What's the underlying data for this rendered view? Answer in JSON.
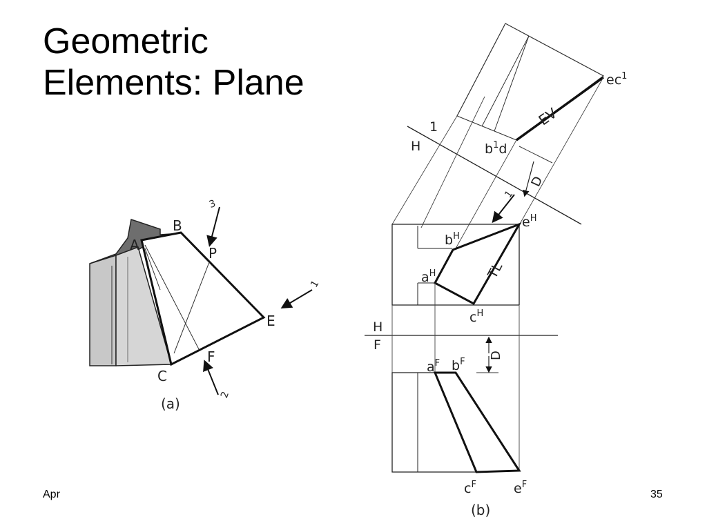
{
  "slide": {
    "title_line1": "Geometric",
    "title_line2": "Elements: Plane",
    "footer_left": "Apr",
    "page_number": "35"
  },
  "figure_a": {
    "caption": "(a)",
    "labels": {
      "A": "A",
      "B": "B",
      "P": "P",
      "E": "E",
      "F": "F",
      "C": "C"
    },
    "arrows": {
      "one": "1",
      "two": "2",
      "three": "3"
    }
  },
  "figure_b": {
    "caption": "(b)",
    "labels": {
      "ec1": "e",
      "ec1_sup": "c",
      "ec1_sup2": "1",
      "bd1": "b",
      "bd1_sup": "1",
      "bd1_d": "d",
      "ev": "EV",
      "fold_h_upper": "H",
      "fold_1": "1",
      "d_upper": "D",
      "arrow_1": "1",
      "eh": "e",
      "eh_sup": "H",
      "bh": "b",
      "bh_sup": "H",
      "ah": "a",
      "ah_sup": "H",
      "ch": "c",
      "ch_sup": "H",
      "tl": "TL",
      "fold_h": "H",
      "fold_f": "F",
      "d_lower": "D",
      "af": "a",
      "af_sup": "F",
      "bf": "b",
      "bf_sup": "F",
      "cf": "c",
      "cf_sup": "F",
      "ef": "e",
      "ef_sup": "F"
    }
  }
}
